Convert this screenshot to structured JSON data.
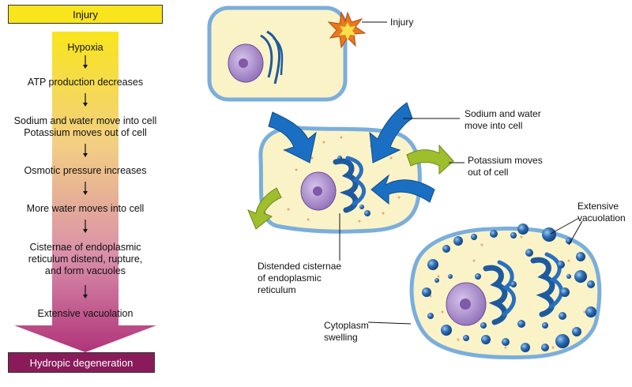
{
  "flowchart": {
    "top_label": "Injury",
    "steps": [
      "Hypoxia",
      "ATP production decreases",
      "Sodium and water move into cell",
      "Potassium moves out of cell",
      "Osmotic pressure increases",
      "More water moves into cell",
      "Cisternae of endoplasmic",
      "reticulum distend, rupture,",
      "and form vacuoles",
      "Extensive vacuolation"
    ],
    "bottom_label": "Hydropic degeneration"
  },
  "diagram_labels": {
    "injury": "Injury",
    "sodium_water_1": "Sodium and water",
    "sodium_water_2": "move into cell",
    "potassium_1": "Potassium moves",
    "potassium_2": "out of cell",
    "cisternae_1": "Distended cisternae",
    "cisternae_2": "of endoplasmic",
    "cisternae_3": "reticulum",
    "vacuolation_1": "Extensive",
    "vacuolation_2": "vacuolation",
    "cytoplasm_1": "Cytoplasm",
    "cytoplasm_2": "swelling"
  },
  "colors": {
    "cell_fill": "#fbf3c8",
    "cell_border": "#7aaedc",
    "nucleus": "#a98ac9",
    "organelle": "#1e5a9e",
    "influx_arrow": "#1a6fc2",
    "efflux_arrow": "#9fbe2d",
    "gradient_top": "#f8e51c",
    "gradient_bottom": "#b0347a"
  }
}
